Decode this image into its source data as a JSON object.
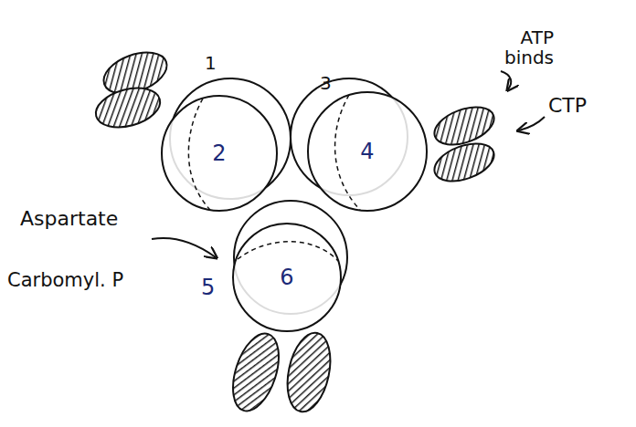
{
  "diagram": {
    "nodes": [
      {
        "text": [
          "2"
        ]
      },
      {
        "text": [
          "4"
        ]
      },
      {
        "text": [
          "6"
        ]
      }
    ],
    "labels": [
      "1",
      "3",
      "ATP binds",
      "CTP",
      "Aspartate",
      "5",
      "Carbomyl. P"
    ]
  }
}
